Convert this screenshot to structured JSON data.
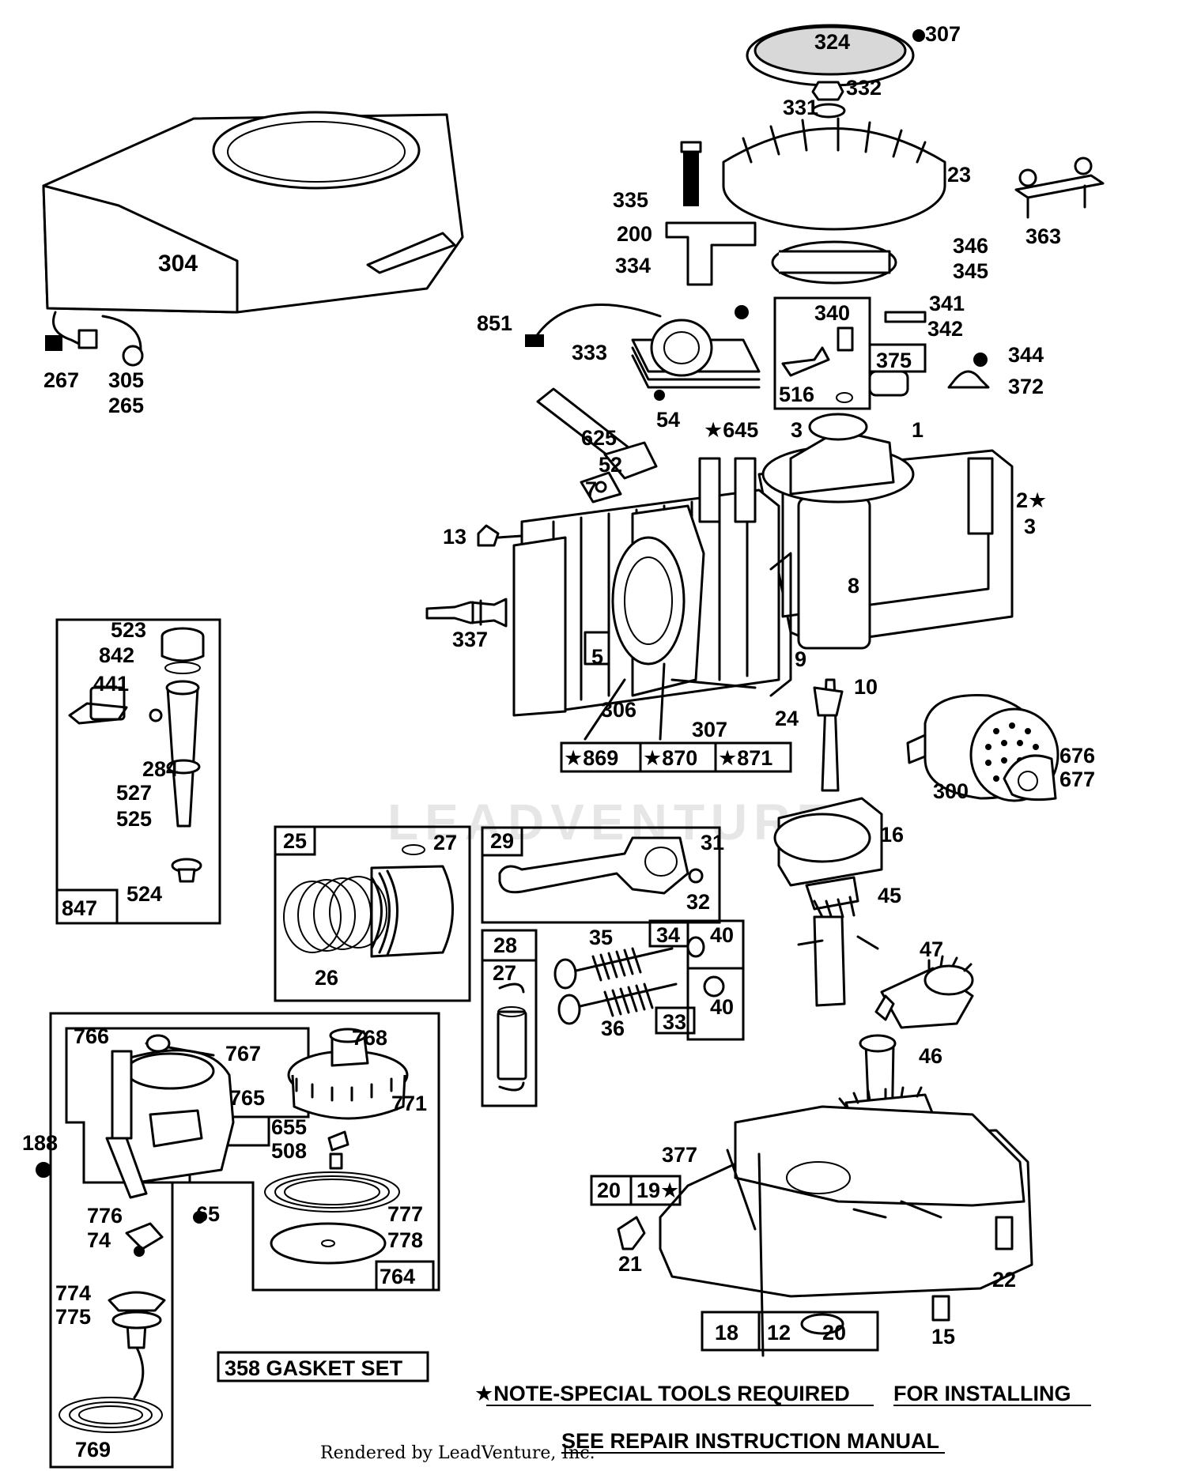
{
  "watermark": "LEADVENTURE",
  "credit": "Rendered by LeadVenture, Inc.",
  "note": {
    "line1": "★NOTE-SPECIAL TOOLS REQUIRED",
    "line1b": "FOR INSTALLING",
    "line2": "SEE REPAIR INSTRUCTION MANUAL"
  },
  "gasket_set": "358 GASKET SET",
  "labels": {
    "p324": "324",
    "p307a": "307",
    "p332": "332",
    "p331": "331",
    "p23": "23",
    "p363": "363",
    "p335": "335",
    "p200": "200",
    "p334": "334",
    "p346": "346",
    "p345": "345",
    "p304": "304",
    "p851": "851",
    "p333": "333",
    "p340": "340",
    "p341": "341",
    "p342": "342",
    "p375": "375",
    "p344": "344",
    "p372": "372",
    "p516": "516",
    "p267": "267",
    "p305": "305",
    "p265": "265",
    "p54": "54",
    "p645": "★645",
    "p3a": "3",
    "p1": "1",
    "p625": "625",
    "p52": "52",
    "p7": "7",
    "p2": "2★",
    "p3b": "3",
    "p13": "13",
    "p8": "8",
    "p337": "337",
    "p523": "523",
    "p842": "842",
    "p441": "441",
    "p284": "284",
    "p527": "527",
    "p525": "525",
    "p524": "524",
    "p847": "847",
    "p5": "5",
    "p9": "9",
    "p10": "10",
    "p306": "306",
    "p307b": "307",
    "p24": "24",
    "p869": "★869",
    "p870": "★870",
    "p871": "★871",
    "p676": "676",
    "p677": "677",
    "p300": "300",
    "p16": "16",
    "p25": "25",
    "p27a": "27",
    "p26": "26",
    "p29": "29",
    "p31": "31",
    "p32": "32",
    "p45": "45",
    "p28": "28",
    "p27b": "27",
    "p35": "35",
    "p34": "34",
    "p40a": "40",
    "p40b": "40",
    "p36": "36",
    "p33": "33",
    "p47": "47",
    "p766": "766",
    "p767": "767",
    "p768": "768",
    "p765": "765",
    "p771": "771",
    "p46": "46",
    "p188": "188",
    "p655": "655",
    "p508": "508",
    "p776": "776",
    "p74": "74",
    "p65": "65",
    "p777": "777",
    "p778": "778",
    "p764": "764",
    "p377": "377",
    "p20a": "20",
    "p19": "19★",
    "p21": "21",
    "p22": "22",
    "p774": "774",
    "p775": "775",
    "p18": "18",
    "p12": "12",
    "p20b": "20",
    "p15": "15",
    "p769": "769"
  }
}
